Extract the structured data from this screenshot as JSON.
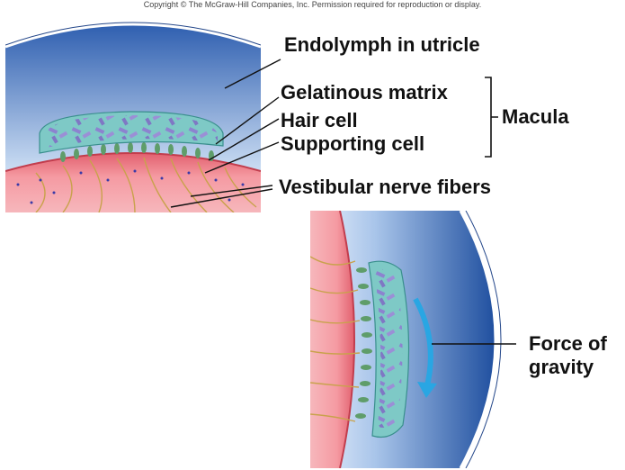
{
  "copyright": "Copyright © The McGraw-Hill Companies, Inc. Permission required for reproduction or display.",
  "labels": {
    "endolymph": "Endolymph in utricle",
    "gelatinous": "Gelatinous matrix",
    "hair_cell": "Hair cell",
    "supporting_cell": "Supporting cell",
    "macula": "Macula",
    "vestibular": "Vestibular nerve fibers",
    "force_line1": "Force of",
    "force_line2": "gravity"
  },
  "colors": {
    "endolymph_top": "#2f5fb0",
    "endolymph_light": "#cfe0f5",
    "epithelium": "#f08a93",
    "matrix": "#7ec9c6",
    "otolith": "#8c83cf",
    "hair_cell": "#5f9d6a",
    "nerve": "#c9a24c",
    "arrow": "#29a6e3"
  }
}
